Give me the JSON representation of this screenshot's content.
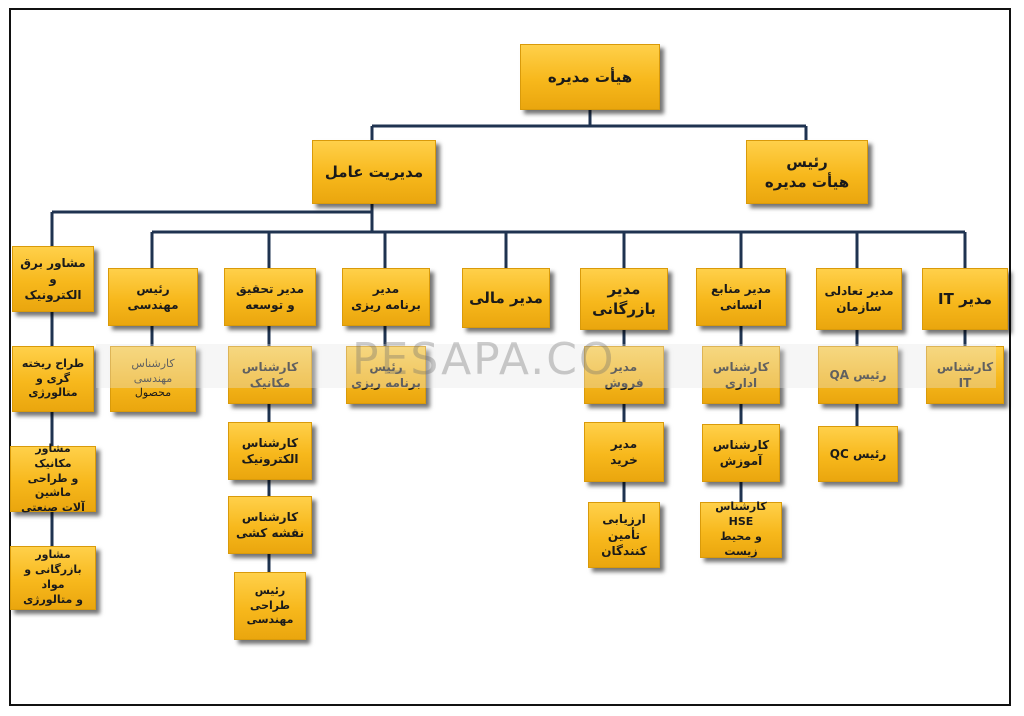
{
  "nodes": {
    "board": "هیأت مدیره",
    "ceo": "مدیریت عامل",
    "chairman": "رئیس\nهیأت مدیره",
    "elec_advisor": "مشاور برق و\nالکترونیک",
    "casting_designer": "طراح ریخته\nگری و\nمتالورژی",
    "mech_advisor": "مشاور مکانیک\nو طراحی ماشین\nآلات صنعتی",
    "commerce_advisor": "مشاور\nبازرگانی و مواد\nو متالورژی",
    "eng_head": "رئیس\nمهندسی",
    "product_eng_expert": "کارشناس\nمهندسی\nمحصول",
    "rnd_manager": "مدیر تحقیق\nو توسعه",
    "mech_expert": "کارشناس\nمکانیک",
    "elec_expert": "کارشناس\nالکترونیک",
    "drafting_expert": "کارشناس\nنقشه کشی",
    "design_eng_head": "رئیس\nطراحی\nمهندسی",
    "planning_manager": "مدیر\nبرنامه ریزی",
    "planning_head": "رئیس\nبرنامه ریزی",
    "finance_manager": "مدیر مالی",
    "commerce_manager": "مدیر\nبازرگانی",
    "sales_manager": "مدیر\nفروش",
    "purchase_manager": "مدیر\nخرید",
    "supplier_eval": "ارزیابی\nتأمین\nکنندگان",
    "hr_manager": "مدیر منابع\nانسانی",
    "admin_expert": "کارشناس\nاداری",
    "training_expert": "کارشناس\nآموزش",
    "hse_expert": "کارشناس HSE\nو محیط زیست",
    "org_manager": "مدیر تعادلی\nسازمان",
    "qa_head": "رئیس QA",
    "qc_head": "رئیس QC",
    "it_manager": "مدیر IT",
    "it_expert": "کارشناس\nIT"
  },
  "watermark": "PESAPA.CO",
  "colors": {
    "box": "#f7b81c",
    "line": "#1f3350"
  }
}
